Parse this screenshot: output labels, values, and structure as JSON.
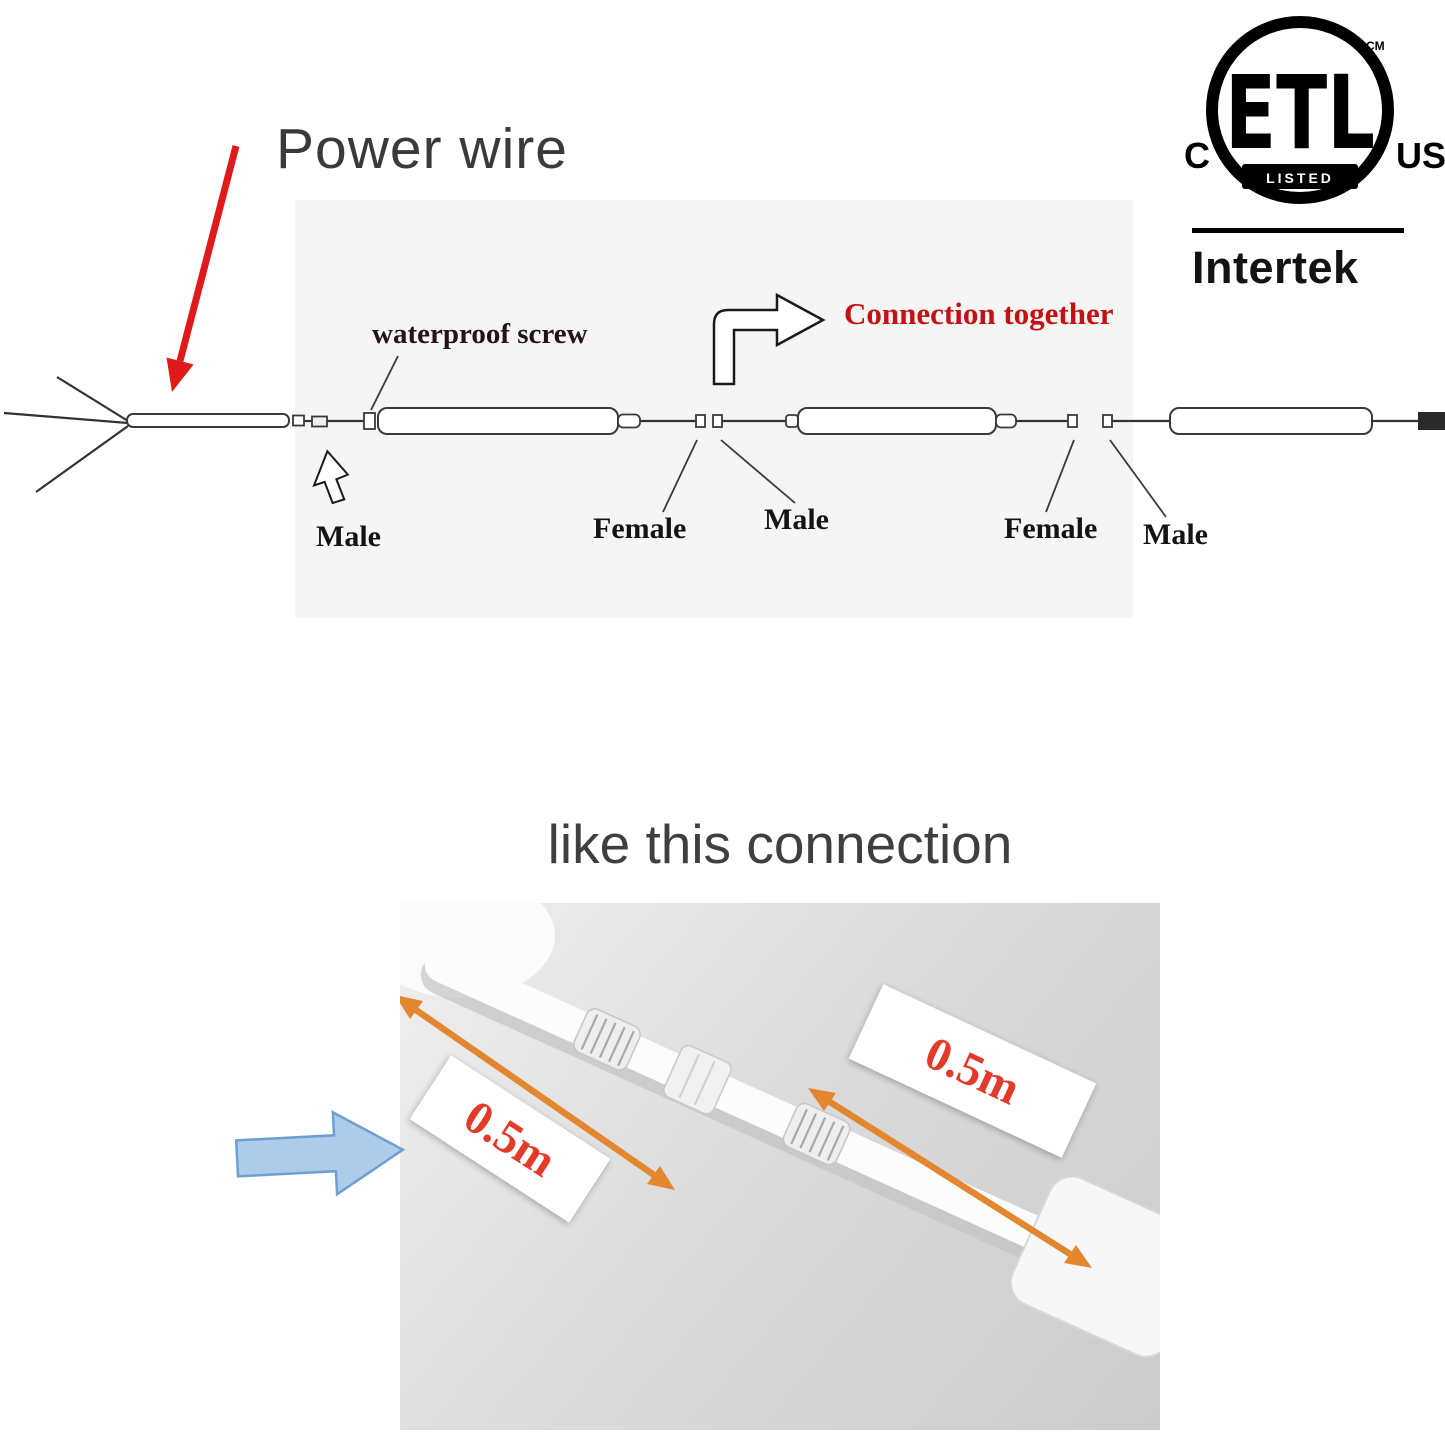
{
  "top_diagram": {
    "power_wire": "Power wire",
    "waterproof_screw": "waterproof screw",
    "connection_together": "Connection together",
    "labels": [
      "Male",
      "Female",
      "Male",
      "Female",
      "Male"
    ]
  },
  "certification": {
    "etl": "ETL",
    "cm": "CM",
    "listed": "LISTED",
    "c": "C",
    "us": "US",
    "brand": "Intertek"
  },
  "bottom_section": {
    "heading": "like this connection",
    "measurements": [
      "0.5m",
      "0.5m"
    ]
  },
  "colors": {
    "red_arrow": "#e01a1a",
    "connection_text": "#c41111",
    "orange": "#e2862f",
    "label_red": "#e33a2a",
    "blue_fill": "#aecbea",
    "blue_stroke": "#6f9fd0"
  }
}
